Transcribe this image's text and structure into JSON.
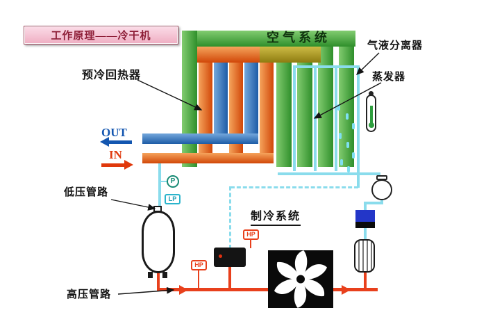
{
  "title": "工作原理——冷干机",
  "sections": {
    "air_system": "空气系统",
    "refrigeration_system": "制冷系统"
  },
  "labels": {
    "precooler": "预冷回热器",
    "gas_liquid_separator": "气液分离器",
    "evaporator": "蒸发器",
    "low_pressure_line": "低压管路",
    "high_pressure_line": "高压管路",
    "air_out": "OUT",
    "air_in": "IN"
  },
  "badges": {
    "pressure_gauge": "P",
    "low_pressure": "LP",
    "high_pressure_left": "HP",
    "high_pressure_right": "HP"
  },
  "colors": {
    "exchanger_green": "#3f9e36",
    "air_hot_orange": "#d14708",
    "air_warm_olive": "#a08c1e",
    "air_cold_blue": "#1d5ca6",
    "refrigerant_low_cyan": "#8adcec",
    "refrigerant_high_red": "#e8401c",
    "title_background_pink": "#f4c2d2",
    "title_text_red": "#8e1f38",
    "out_text_blue": "#1356b0",
    "in_text_red": "#e0390c"
  }
}
